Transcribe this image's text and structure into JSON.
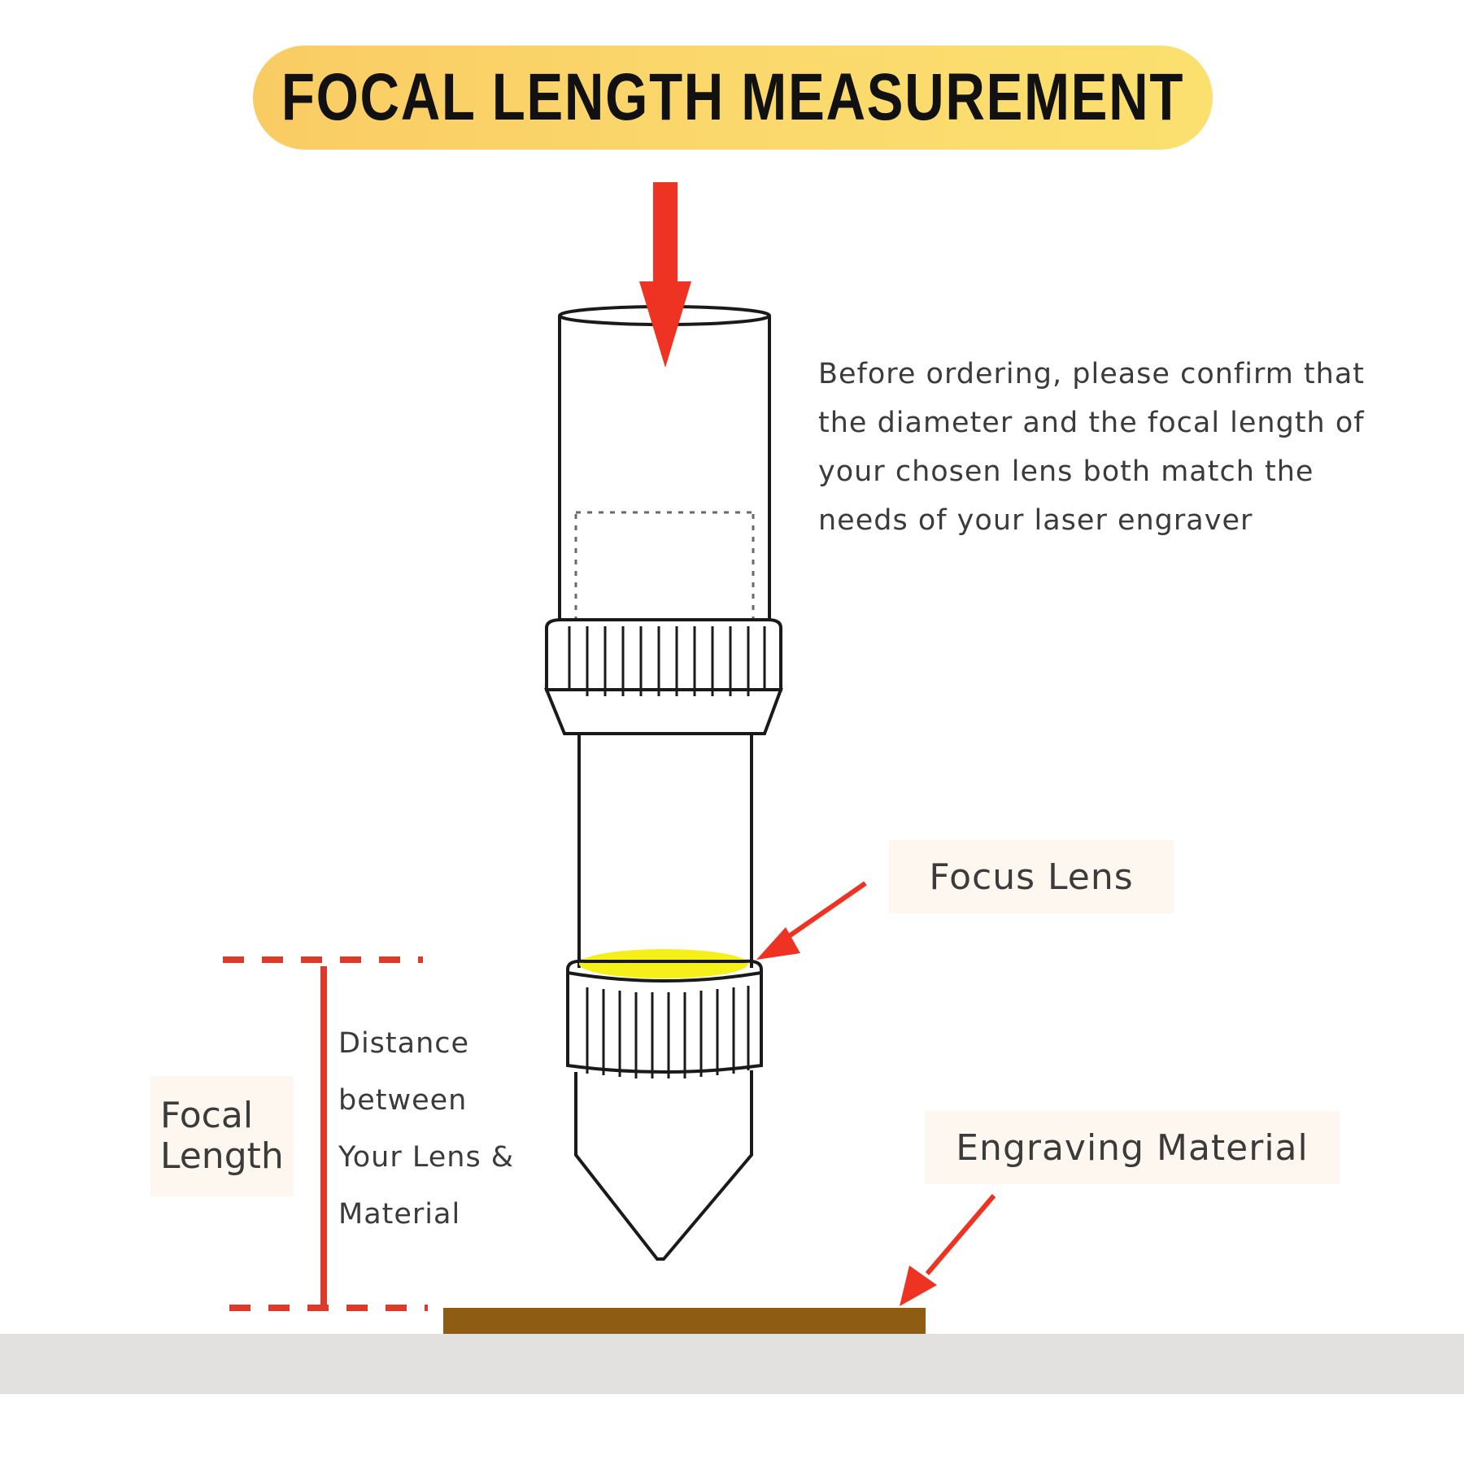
{
  "title": "FOCAL LENGTH MEASUREMENT",
  "description": [
    "Before ordering, please confirm that",
    "the diameter and the focal length of",
    "your chosen lens both match the",
    "needs of your laser engraver"
  ],
  "labels": {
    "focus_lens": "Focus Lens",
    "engraving_material": "Engraving Material",
    "focal_length": [
      "Focal",
      "Length"
    ],
    "distance": [
      "Distance",
      "between",
      "Your Lens &",
      "Material"
    ]
  },
  "colors": {
    "banner": "#fbd66a",
    "arrow": "#ee3322",
    "lens": "#f5ef1a",
    "material": "#8f5c14",
    "table": "#e3e0e0",
    "measure": "#dd3a2c"
  }
}
